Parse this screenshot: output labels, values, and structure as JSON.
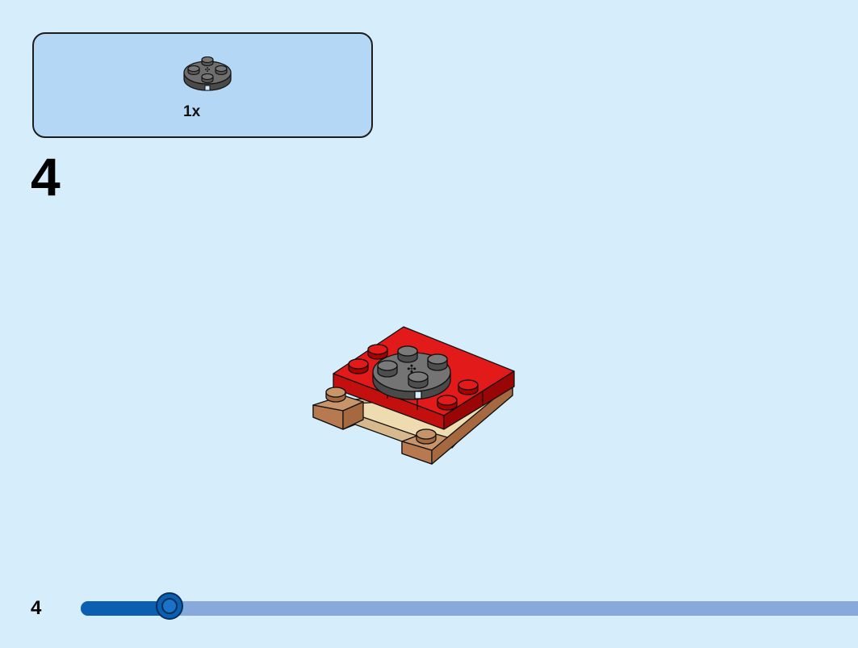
{
  "parts_list": {
    "items": [
      {
        "icon": "round-plate-2x2-dark-gray-icon",
        "quantity": "1x"
      }
    ]
  },
  "step": {
    "number": "4"
  },
  "model": {
    "icon": "assembled-model-icon"
  },
  "footer": {
    "page_number": "4",
    "progress_fraction": 0.113
  },
  "colors": {
    "background": "#d6edfb",
    "parts_box": "#b4d7f5",
    "brick_red": "#d60a0a",
    "brick_tan": "#c8946a",
    "plate_dark_gray": "#6b6b6b",
    "progress_fill": "#0b5fb0",
    "progress_track": "#88a9dc"
  }
}
